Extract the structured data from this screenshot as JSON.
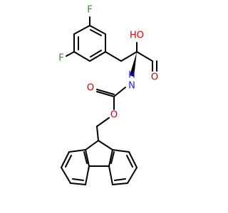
{
  "molecule": {
    "atoms": {
      "f1": "F",
      "f2": "F",
      "oh": "HO",
      "o_carbonyl_acid": "O",
      "nh": "H",
      "n": "N",
      "o_carbonyl_carbamate": "O",
      "o_ester": "O"
    },
    "colors": {
      "bond": "#000000",
      "fluorine": "#3a8a3a",
      "oxygen": "#d40000",
      "nitrogen": "#1a1aff"
    }
  }
}
